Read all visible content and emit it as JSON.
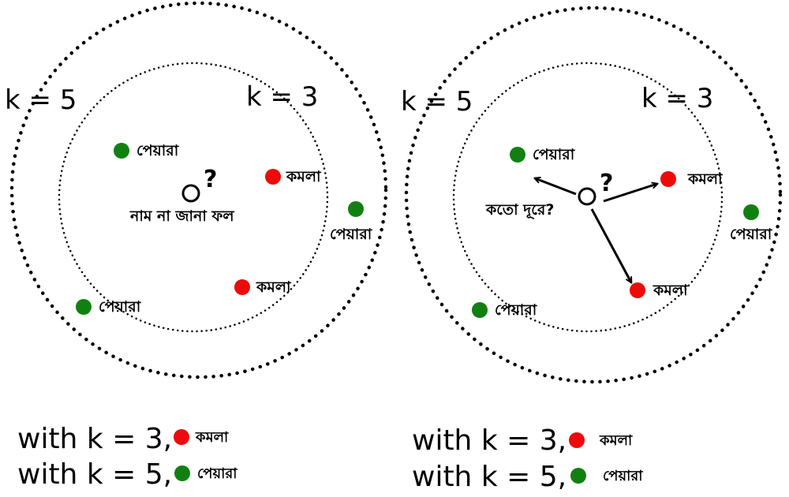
{
  "colors": {
    "red": "#ee0a0a",
    "green": "#118011",
    "stroke": "#000000"
  },
  "left": {
    "k_outer_label": "k = 5",
    "k_inner_label": "k = 3",
    "query_mark": "?",
    "query_caption": "নাম না জানা ফল",
    "points": [
      {
        "label": "পেয়ারা",
        "color": "green"
      },
      {
        "label": "কমলা",
        "color": "red"
      },
      {
        "label": "পেয়ারা",
        "color": "green"
      },
      {
        "label": "কমলা",
        "color": "red"
      },
      {
        "label": "পেয়ারা",
        "color": "green"
      }
    ],
    "result_k3": {
      "text": "with k = 3,",
      "label": "কমলা"
    },
    "result_k5": {
      "text": "with k = 5,",
      "label": "পেয়ারা"
    }
  },
  "right": {
    "k_outer_label": "k = 5",
    "k_inner_label": "k = 3",
    "query_mark": "?",
    "distance_caption": "কতো দূরে?",
    "points": [
      {
        "label": "পেয়ারা",
        "color": "green"
      },
      {
        "label": "কমলা",
        "color": "red"
      },
      {
        "label": "পেয়ারা",
        "color": "green"
      },
      {
        "label": "কমলা",
        "color": "red"
      },
      {
        "label": "পেয়ারা",
        "color": "green"
      }
    ],
    "result_k3": {
      "text": "with k = 3,",
      "label": "কমলা"
    },
    "result_k5": {
      "text": "with k = 5,",
      "label": "পেয়ারা"
    }
  }
}
